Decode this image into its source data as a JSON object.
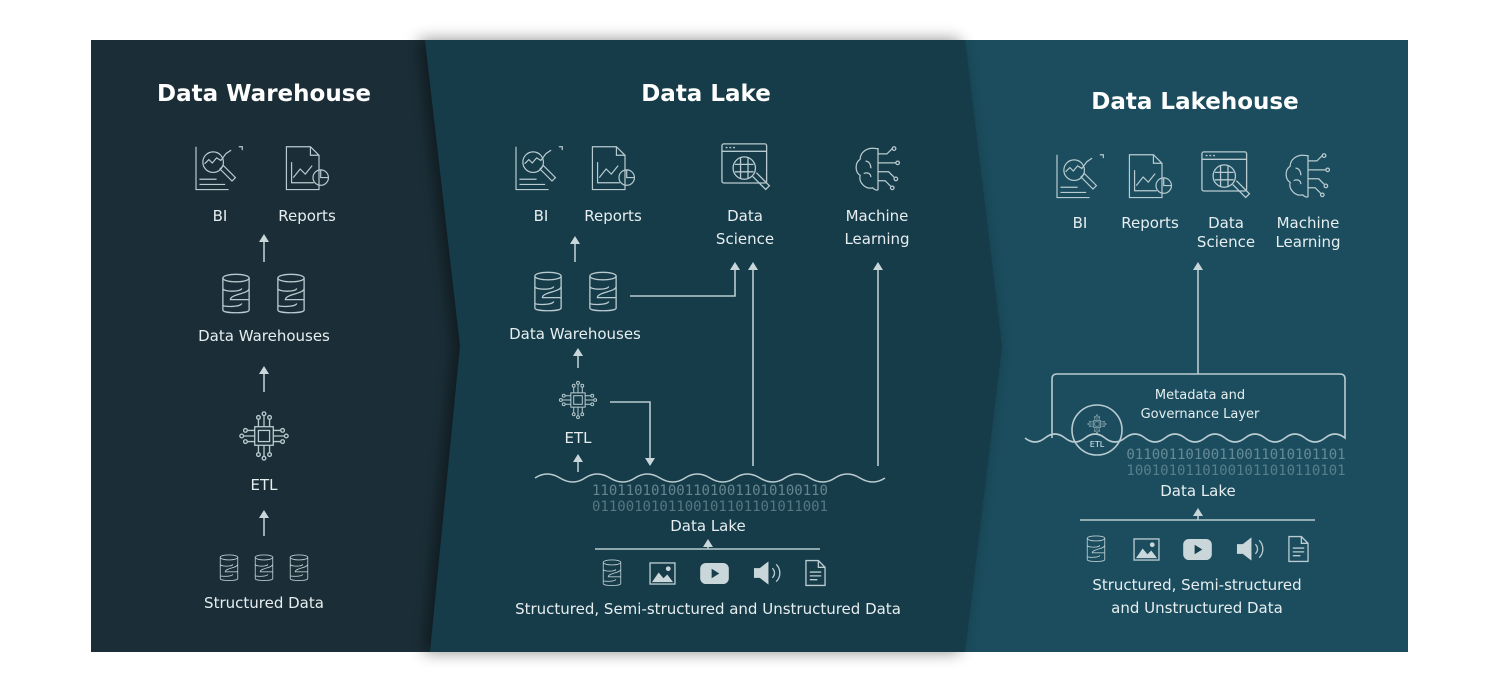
{
  "colors": {
    "warehouse_bg": "#1b2e37",
    "lake_bg": "#133b48",
    "lakehouse_bg": "#1b4d5e",
    "line": "#b9cbd0",
    "text": "#e6eef0"
  },
  "warehouse": {
    "title": "Data Warehouse",
    "bi": "BI",
    "reports": "Reports",
    "data_warehouses": "Data Warehouses",
    "etl": "ETL",
    "structured": "Structured Data"
  },
  "lake": {
    "title": "Data Lake",
    "bi": "BI",
    "reports": "Reports",
    "ds_1": "Data",
    "ds_2": "Science",
    "ml_1": "Machine",
    "ml_2": "Learning",
    "data_warehouses": "Data Warehouses",
    "etl": "ETL",
    "data_lake": "Data Lake",
    "binary_1": "1101101010011010011010100110",
    "binary_2": "0110010101100101101101011001",
    "sources": "Structured, Semi-structured and Unstructured Data"
  },
  "lakehouse": {
    "title": "Data Lakehouse",
    "bi": "BI",
    "reports": "Reports",
    "ds_1": "Data",
    "ds_2": "Science",
    "ml_1": "Machine",
    "ml_2": "Learning",
    "meta_1": "Metadata and",
    "meta_2": "Governance Layer",
    "etl": "ETL",
    "data_lake": "Data Lake",
    "binary_1": "01100110100110011010101101",
    "binary_2": "10010101101001011010110101",
    "sources_1": "Structured, Semi-structured",
    "sources_2": "and Unstructured Data"
  },
  "icons": [
    "bi-chart-icon",
    "report-icon",
    "data-science-icon",
    "machine-learning-brain-icon",
    "database-icon",
    "etl-chip-icon",
    "image-icon",
    "video-icon",
    "audio-icon",
    "document-icon"
  ]
}
